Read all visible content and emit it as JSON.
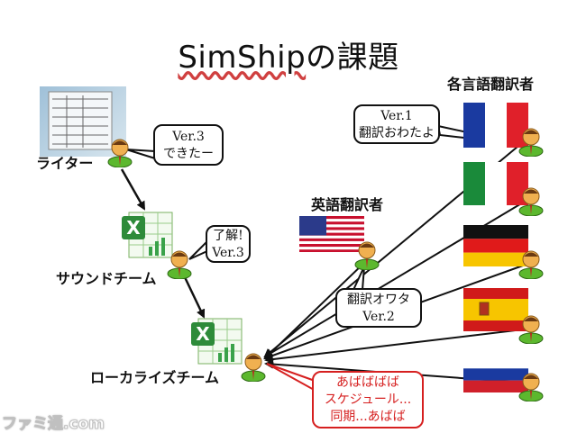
{
  "title_prefix": "SimShip",
  "title_suffix": "の課題",
  "roles": {
    "writer": "ライター",
    "sound": "サウンドチーム",
    "localize": "ローカライズチーム",
    "english": "英語翻訳者",
    "multilang": "各言語翻訳者"
  },
  "bubbles": {
    "writer_1": "Ver.3",
    "writer_2": "できたー",
    "sound_1": "了解!",
    "sound_2": "Ver.3",
    "french_1": "Ver.1",
    "french_2": "翻訳おわたよ",
    "english_1": "翻訳オワタ",
    "english_2": "Ver.2",
    "loc_1": "あばばばば",
    "loc_2": "スケジュール...",
    "loc_3": "同期...あばば"
  },
  "watermark": "ファミ通.com",
  "colors": {
    "person_body": "#5cb82e",
    "person_head": "#f0b050",
    "bubble_red": "#d62020",
    "excel_green": "#2e8b3a"
  },
  "flags": [
    "france",
    "italy",
    "germany",
    "spain",
    "russia",
    "usa"
  ]
}
